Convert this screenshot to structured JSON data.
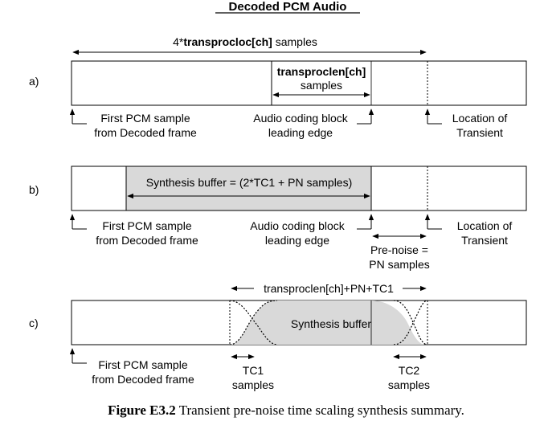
{
  "title": "Decoded PCM Audio",
  "panel_a": {
    "label": "a)",
    "span_prefix": "4*",
    "span_bold": "transprocloc[ch]",
    "span_suffix": " samples",
    "len_line1": "transproclen[ch]",
    "len_line2": "samples",
    "first_pcm_line1": "First PCM sample",
    "first_pcm_line2": "from Decoded frame",
    "edge_line1": "Audio coding block",
    "edge_line2": "leading edge",
    "transient_line1": "Location of",
    "transient_line2": "Transient"
  },
  "panel_b": {
    "label": "b)",
    "buffer_text": "Synthesis buffer = (2*TC1 + PN samples)",
    "first_pcm_line1": "First PCM sample",
    "first_pcm_line2": "from Decoded frame",
    "edge_line1": "Audio coding block",
    "edge_line2": "leading edge",
    "transient_line1": "Location of",
    "transient_line2": "Transient",
    "prenoise_line1": "Pre-noise =",
    "prenoise_line2": "PN samples"
  },
  "panel_c": {
    "label": "c)",
    "span_text": "transproclen[ch]+PN+TC1",
    "buffer_text": "Synthesis buffer",
    "first_pcm_line1": "First PCM sample",
    "first_pcm_line2": "from Decoded frame",
    "tc1_line1": "TC1",
    "tc1_line2": "samples",
    "tc2_line1": "TC2",
    "tc2_line2": "samples"
  },
  "caption_bold": "Figure E3.2",
  "caption_text": " Transient pre-noise time scaling synthesis summary."
}
